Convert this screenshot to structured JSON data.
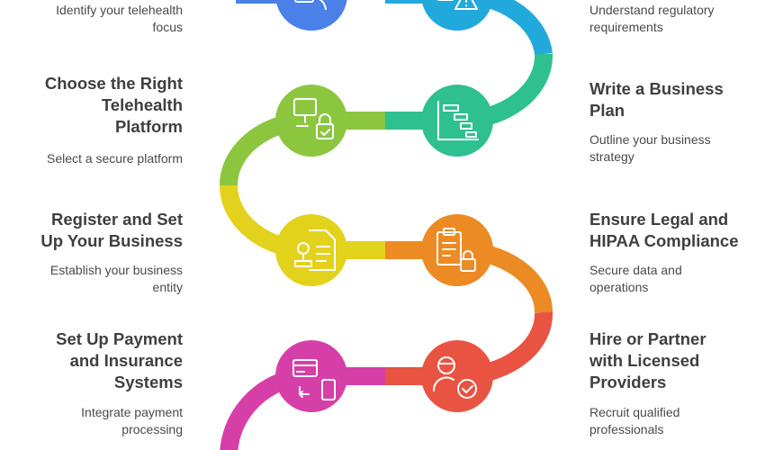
{
  "colors": {
    "blue": "#4a80e8",
    "cyan": "#22a9dc",
    "teal": "#2fc08f",
    "lime": "#8cc63f",
    "yellow": "#e3d21b",
    "orange": "#ec8a23",
    "red": "#e85441",
    "magenta": "#d63fa8",
    "title": "#3f3f3f",
    "desc": "#4a4a4a"
  },
  "steps": {
    "identify_focus": {
      "desc": "Identify your telehealth\nfocus",
      "icon": "document-hand-icon"
    },
    "regulatory": {
      "desc": "Understand regulatory\nrequirements",
      "icon": "document-warning-icon"
    },
    "business_plan": {
      "title": "Write a Business\nPlan",
      "desc": "Outline your business\nstrategy",
      "icon": "gantt-chart-icon"
    },
    "platform": {
      "title": "Choose the Right\nTelehealth\nPlatform",
      "desc": "Select a secure platform",
      "icon": "computer-lock-icon"
    },
    "legal": {
      "title": "Ensure Legal and\nHIPAA Compliance",
      "desc": "Secure data and\noperations",
      "icon": "clipboard-lock-icon"
    },
    "register": {
      "title": "Register and Set\nUp Your Business",
      "desc": "Establish your business\nentity",
      "icon": "document-stamp-icon"
    },
    "providers": {
      "title": "Hire or Partner\nwith Licensed\nProviders",
      "desc": "Recruit qualified\nprofessionals",
      "icon": "user-check-icon"
    },
    "payment": {
      "title": "Set Up Payment\nand Insurance\nSystems",
      "desc": "Integrate payment\nprocessing",
      "icon": "card-phone-icon"
    }
  }
}
